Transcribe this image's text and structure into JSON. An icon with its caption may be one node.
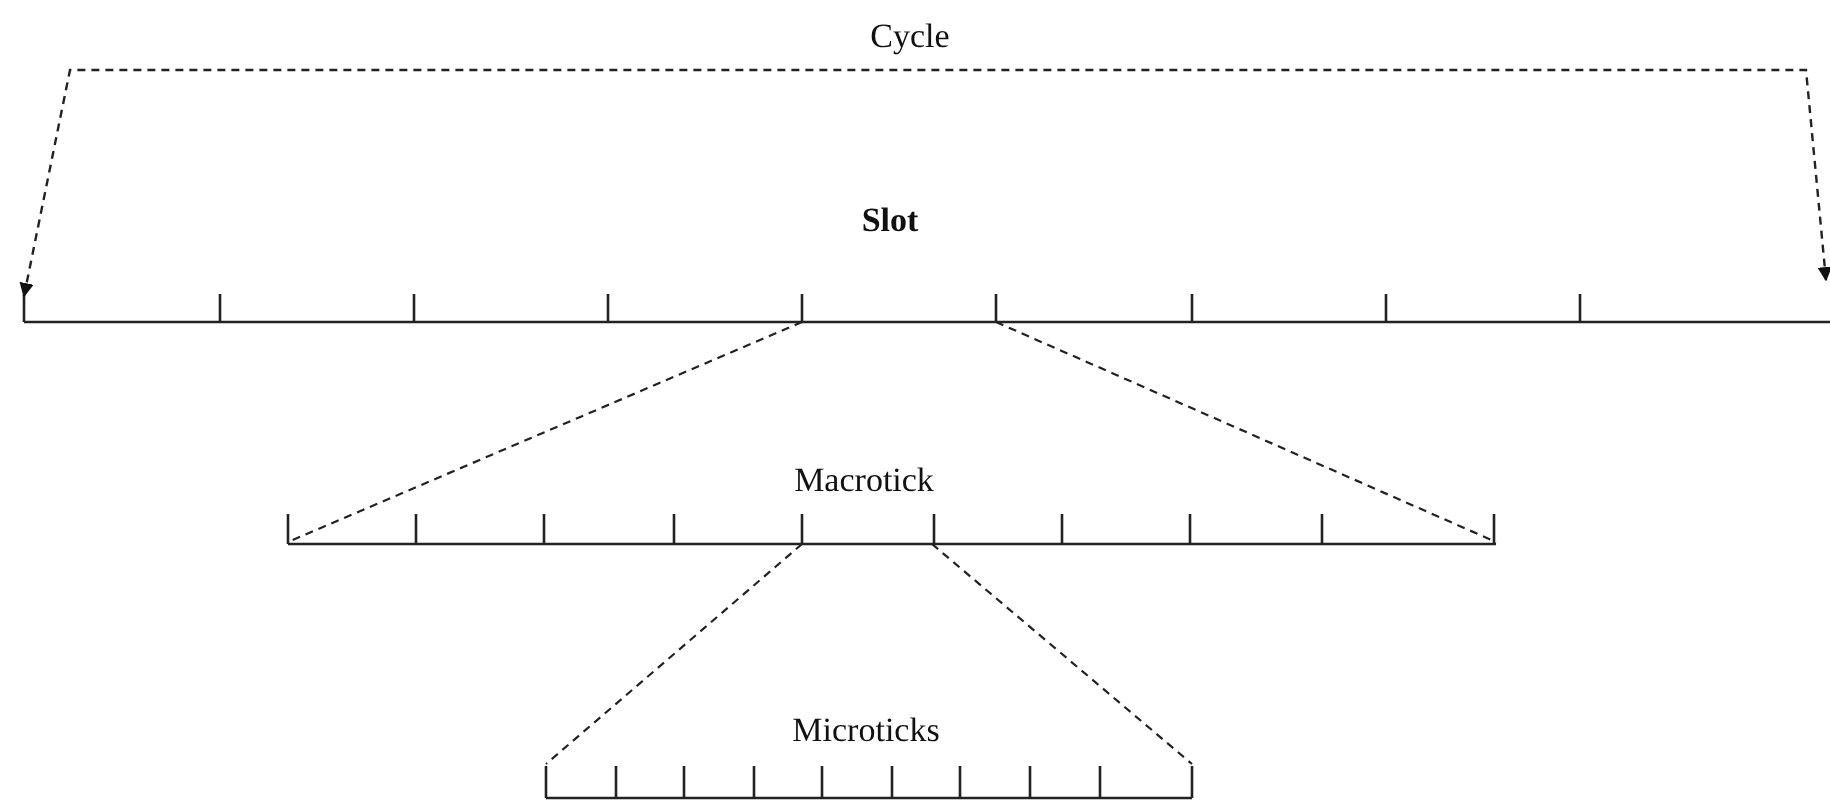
{
  "diagram": {
    "labels": [
      "Cycle",
      "Slot",
      "Macrotick",
      "Microticks"
    ]
  }
}
